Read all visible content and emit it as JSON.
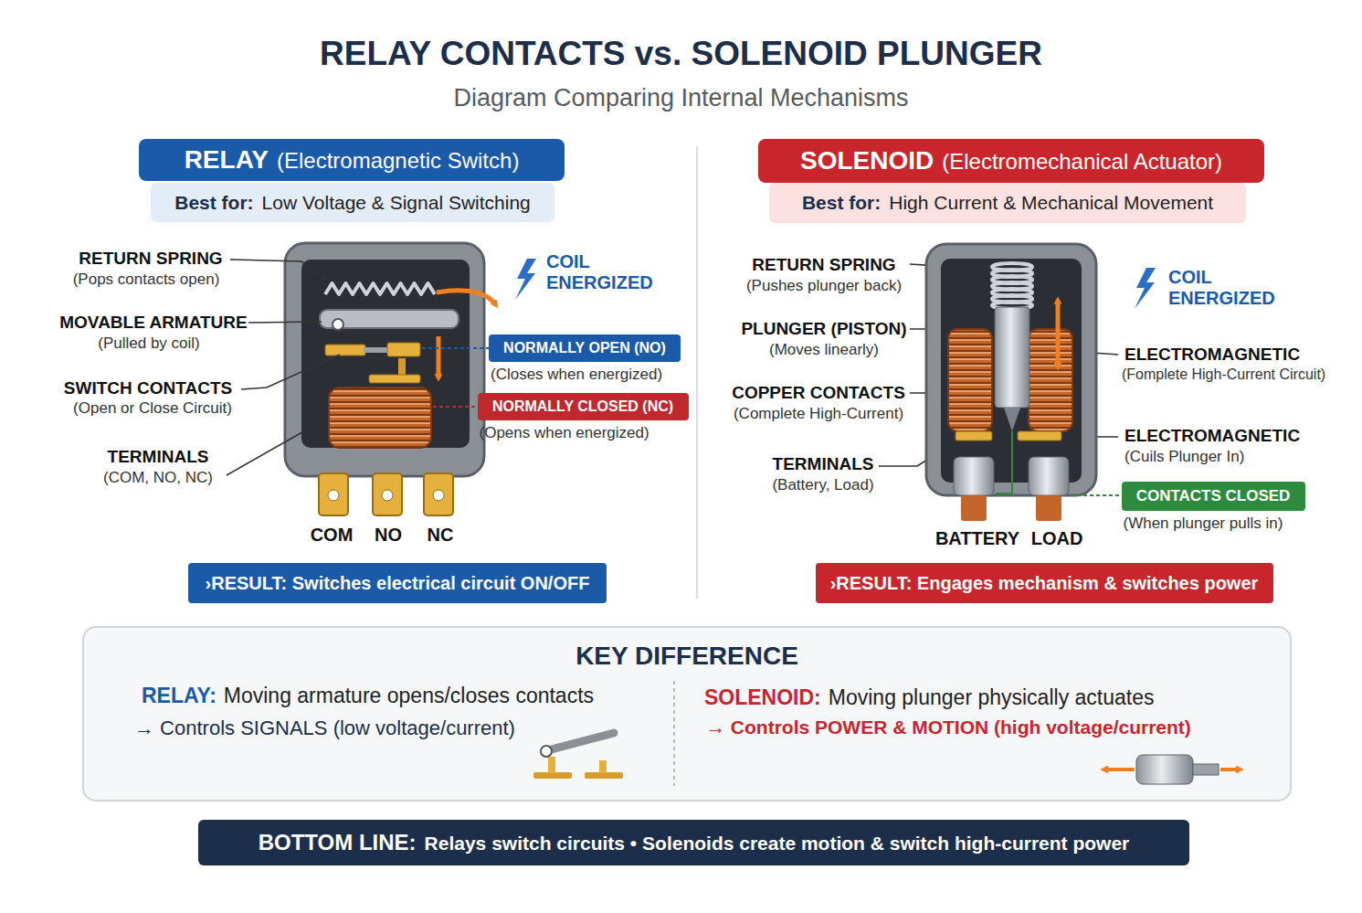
{
  "diagram": {
    "title": "RELAY CONTACTS vs. SOLENOID PLUNGER",
    "caption": "Diagram Comparing Internal Mechanisms",
    "nodes": [
      {
        "text": [
          "RELAY",
          "(Electromagnetic Switch)"
        ]
      },
      {
        "text": [
          "Best for:",
          "Low Voltage & Signal Switching"
        ]
      },
      {
        "text": [
          "NORMALLY OPEN (NO)",
          "(Closes when energized)"
        ]
      },
      {
        "text": [
          "NORMALLY CLOSED (NC)",
          "(Opens when energized)"
        ]
      },
      {
        "text": [
          "›RESULT: Switches electrical circuit ON/OFF"
        ]
      },
      {
        "text": [
          "SOLENOID",
          "(Electromechanical Actuator)"
        ]
      },
      {
        "text": [
          "Best for:",
          "High Current & Mechanical Movement"
        ]
      },
      {
        "text": [
          "CONTACTS CLOSED",
          "(When plunger pulls in)"
        ]
      },
      {
        "text": [
          "›RESULT: Engages mechanism & switches power"
        ]
      },
      {
        "text": [
          "KEY DIFFERENCE",
          "RELAY:",
          "Moving armature opens/closes contacts",
          "→ Controls SIGNALS (low voltage/current)",
          "SOLENOID:",
          "Moving plunger physically actuates",
          "→ Controls POWER & MOTION (high voltage/current)"
        ]
      },
      {
        "text": [
          "BOTTOM LINE:",
          "Relays switch circuits • Solenoids create motion & switch high-current power"
        ]
      }
    ],
    "labels": [
      "RETURN SPRING",
      "(Pops contacts open)",
      "MOVABLE ARMATURE",
      "(Pulled by coil)",
      "SWITCH CONTACTS",
      "(Open or Close Circuit)",
      "TERMINALS",
      "(COM, NO, NC)",
      "COIL ENERGIZED",
      "COM",
      "NO",
      "NC",
      "RETURN SPRING",
      "(Pushes plunger back)",
      "PLUNGER (PISTON)",
      "(Moves linearly)",
      "COPPER CONTACTS",
      "(Complete High-Current)",
      "TERMINALS",
      "(Battery, Load)",
      "COIL ENERGIZED",
      "ELECTROMAGNETIC",
      "(Fomplete High-Current Circuit)",
      "ELECTROMAGNETIC",
      "(Cuils Plunger In)",
      "BATTERY",
      "LOAD"
    ]
  }
}
